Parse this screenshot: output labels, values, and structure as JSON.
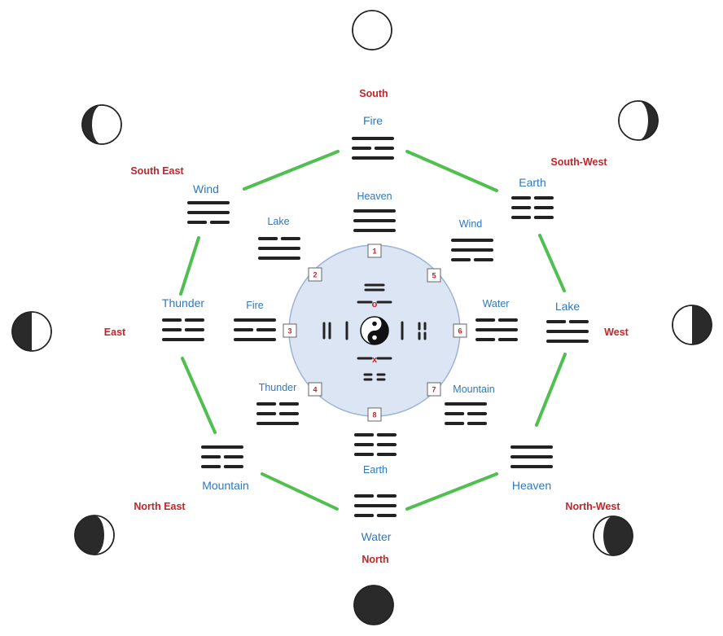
{
  "colors": {
    "connector": "#4fbf4f",
    "direction": "#c0262a",
    "element": "#2e78c2",
    "bar": "#222222",
    "disc_fill": "#dbe5f3",
    "disc_stroke": "#9db4d6"
  },
  "directions": {
    "south": "South",
    "south_west": "South-West",
    "west": "West",
    "north_west": "North-West",
    "north": "North",
    "north_east": "North East",
    "east": "East",
    "south_east": "South East"
  },
  "outer_ring": [
    {
      "label": "Fire",
      "lines": [
        "yang",
        "yin",
        "yang"
      ]
    },
    {
      "label": "Earth",
      "lines": [
        "yin",
        "yin",
        "yin"
      ]
    },
    {
      "label": "Lake",
      "lines": [
        "yin",
        "yang",
        "yang"
      ]
    },
    {
      "label": "Heaven",
      "lines": [
        "yang",
        "yang",
        "yang"
      ]
    },
    {
      "label": "Water",
      "lines": [
        "yin",
        "yang",
        "yin"
      ]
    },
    {
      "label": "Mountain",
      "lines": [
        "yang",
        "yin",
        "yin"
      ]
    },
    {
      "label": "Thunder",
      "lines": [
        "yin",
        "yin",
        "yang"
      ]
    },
    {
      "label": "Wind",
      "lines": [
        "yang",
        "yang",
        "yin"
      ]
    }
  ],
  "inner_ring": [
    {
      "label": "Heaven",
      "number": "1",
      "lines": [
        "yang",
        "yang",
        "yang"
      ]
    },
    {
      "label": "Lake",
      "number": "2",
      "lines": [
        "yin",
        "yang",
        "yang"
      ]
    },
    {
      "label": "Fire",
      "number": "3",
      "lines": [
        "yang",
        "yin",
        "yang"
      ]
    },
    {
      "label": "Thunder",
      "number": "4",
      "lines": [
        "yin",
        "yin",
        "yang"
      ]
    },
    {
      "label": "Wind",
      "number": "5",
      "lines": [
        "yang",
        "yang",
        "yin"
      ]
    },
    {
      "label": "Water",
      "number": "6",
      "lines": [
        "yin",
        "yang",
        "yin"
      ]
    },
    {
      "label": "Mountain",
      "number": "7",
      "lines": [
        "yang",
        "yin",
        "yin"
      ]
    },
    {
      "label": "Earth",
      "number": "8",
      "lines": [
        "yin",
        "yin",
        "yin"
      ]
    }
  ],
  "moon_phases": [
    {
      "direction": "south",
      "phase": "full-moon-icon",
      "illumination": 1.0
    },
    {
      "direction": "south-west",
      "phase": "waning-gibbous-icon",
      "illumination": 0.75
    },
    {
      "direction": "west",
      "phase": "last-quarter-icon",
      "illumination": 0.5
    },
    {
      "direction": "north-west",
      "phase": "waning-crescent-icon",
      "illumination": 0.25
    },
    {
      "direction": "north",
      "phase": "new-moon-icon",
      "illumination": 0.0
    },
    {
      "direction": "north-east",
      "phase": "waxing-crescent-icon",
      "illumination": 0.25
    },
    {
      "direction": "east",
      "phase": "first-quarter-icon",
      "illumination": 0.5
    },
    {
      "direction": "south-east",
      "phase": "waxing-gibbous-icon",
      "illumination": 0.75
    }
  ],
  "center": {
    "icon": "yin-yang-icon",
    "top_mark": "o",
    "bottom_mark": "x"
  }
}
